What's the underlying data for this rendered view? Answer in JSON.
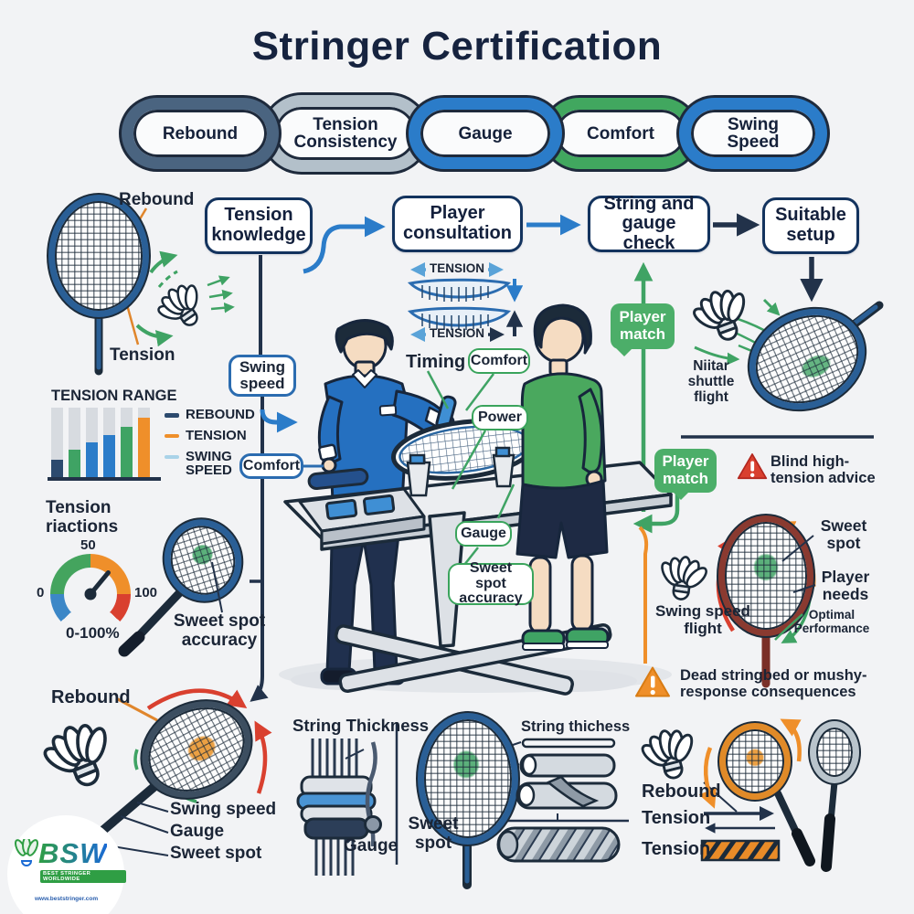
{
  "title": "Stringer Certification",
  "chain": {
    "links": [
      {
        "label": "Rebound",
        "color": "#4a6480"
      },
      {
        "label": "Tension Consistency",
        "color": "#b3c0ca"
      },
      {
        "label": "Gauge",
        "color": "#2b7cc9"
      },
      {
        "label": "Comfort",
        "color": "#41a75f"
      },
      {
        "label": "Swing Speed",
        "color": "#2b7cc9"
      }
    ]
  },
  "flow": {
    "steps": [
      {
        "label": "Tension knowledge"
      },
      {
        "label": "Player consultation"
      },
      {
        "label": "String and gauge check"
      },
      {
        "label": "Suitable setup"
      }
    ]
  },
  "left_column": {
    "racket_rebound_label": "Rebound",
    "racket_tension_label": "Tension",
    "sweet_spot_accuracy_label": "Sweet spot accuracy"
  },
  "center": {
    "tension_label_top": "TENSION",
    "tension_label_bottom": "TENSION",
    "swing_speed_label": "Swing speed",
    "comfort_blue_label": "Comfort",
    "timing_label": "Timing",
    "comfort_green_label": "Comfort",
    "power_label": "Power",
    "gauge_label": "Gauge",
    "sweet_spot_accuracy_label": "Sweet spot accuracy"
  },
  "right_column": {
    "player_match_1": "Player match",
    "player_match_2": "Player match",
    "shuttle_flight_label": "Niitar shuttle flight",
    "warning_high_tension": "Blind high-tension advice",
    "sweet_spot_label": "Sweet spot",
    "player_needs_label": "Player needs",
    "optimal_performance_label": "Optimal Performance",
    "swing_speed_flight_label": "Swing speed flight",
    "warning_dead_stringbed": "Dead stringbed or mushy-response consequences"
  },
  "bottom_left": {
    "rebound_label": "Rebound",
    "swing_speed_label": "Swing speed",
    "gauge_label": "Gauge",
    "sweet_spot_label": "Sweet spot",
    "logo_text": "BSW",
    "logo_tagline": "BEST STRINGER WORLDWIDE",
    "logo_site": "www.beststringer.com"
  },
  "bottom_center": {
    "string_thickness_title": "String Thickness",
    "gauge_label": "Gauge",
    "sweet_spot_label": "Sweet spot",
    "string_thickness_right_label": "String thichess"
  },
  "bottom_right": {
    "rebound_label": "Rebound",
    "tension_label_1": "Tension",
    "tension_label_2": "Tension"
  },
  "chart_data": [
    {
      "type": "bar",
      "title": "TENSION RANGE",
      "values": [
        25,
        40,
        50,
        60,
        72,
        85
      ],
      "max": 100,
      "bar_colors": [
        "#2c4a6e",
        "#3fa364",
        "#2b7cc9",
        "#2b7cc9",
        "#3fa364",
        "#ef8f2a"
      ],
      "background_bar_color": "#d7dbe0",
      "legend": [
        {
          "label": "REBOUND",
          "color": "#2c4a6e"
        },
        {
          "label": "TENSION",
          "color": "#ef8f2a"
        },
        {
          "label": "SWING SPEED",
          "color": "#a9d3e8"
        }
      ],
      "legend_position": "right"
    },
    {
      "type": "gauge",
      "title": "Tension riactions",
      "min": 0,
      "max": 100,
      "value": 72,
      "tick_labels": [
        "0",
        "50",
        "100"
      ],
      "range_label": "0-100%",
      "segment_colors": [
        "#3c87c7",
        "#44a45e",
        "#ef8f2a",
        "#d9402f"
      ]
    }
  ]
}
